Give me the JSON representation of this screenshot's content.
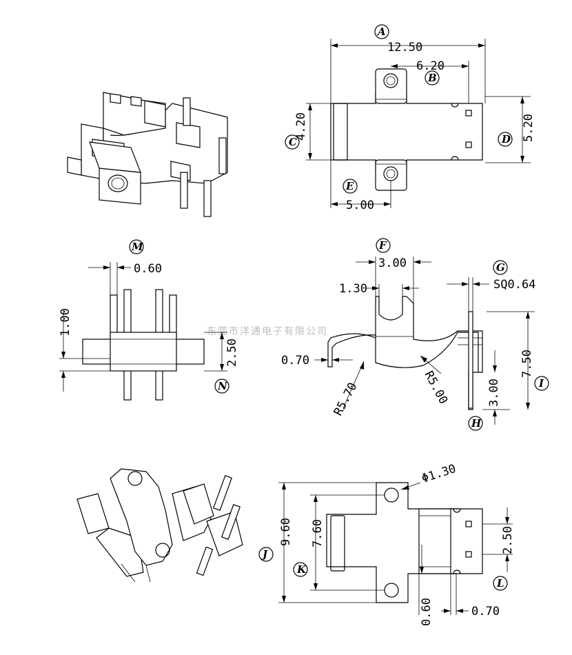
{
  "watermark": "东莞市洋通电子有限公司",
  "labels": {
    "A": "A",
    "B": "B",
    "C": "C",
    "D": "D",
    "E": "E",
    "F": "F",
    "G": "G",
    "H": "H",
    "I": "I",
    "J": "J",
    "K": "K",
    "L": "L",
    "M": "M",
    "N": "N"
  },
  "dims": {
    "A": "12.50",
    "B": "6.20",
    "C": "4.20",
    "D": "5.20",
    "E": "5.00",
    "M": "0.60",
    "M_height": "1.00",
    "N": "2.50",
    "F": "3.00",
    "F_inner": "1.30",
    "G": "SQ0.64",
    "left_thk": "0.70",
    "R_outer": "R5.70",
    "R_inner": "R5.00",
    "H": "3.00",
    "I": "7.50",
    "hole": "Φ1.30",
    "J": "9.60",
    "K": "7.60",
    "L": "2.50",
    "bottom_a": "0.60",
    "bottom_b": "0.70"
  }
}
